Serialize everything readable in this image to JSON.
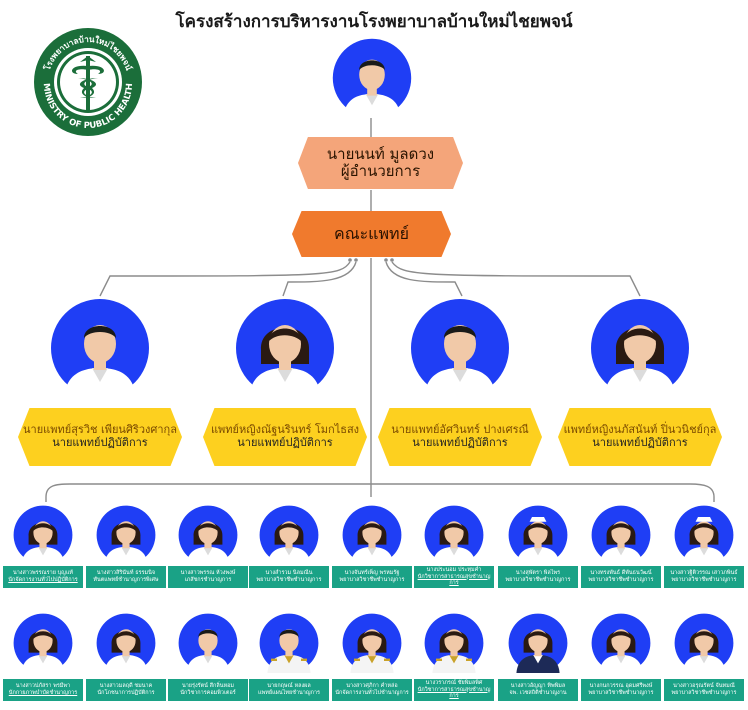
{
  "title": "โครงสร้างการบริหารงานโรงพยาบาลบ้านใหม่ไชยพจน์",
  "logo": {
    "top_text": "โรงพยาบาลบ้านใหม่ไชยพจน์",
    "bottom_text": "MINISTRY OF PUBLIC HEALTH",
    "colors": {
      "green": "#1b6e3a",
      "ring": "#ffffff"
    }
  },
  "director": {
    "name": "นายนนท์ มูลดวง",
    "title": "ผู้อำนวยการ",
    "color": "#f4a57a"
  },
  "medical_staff_box": {
    "label": "คณะแพทย์",
    "color": "#f07a2d"
  },
  "doctors": [
    {
      "name": "นายแพทย์สุรวิช เพียนศิริวงศากุล",
      "role": "นายแพทย์ปฏิบัติการ",
      "gender": "m"
    },
    {
      "name": "แพทย์หญิงณัฐนรินทร์ โมกไธสง",
      "role": "นายแพทย์ปฏิบัติการ",
      "gender": "f"
    },
    {
      "name": "นายแพทย์อัศวินทร์ ปางเศรณี",
      "role": "นายแพทย์ปฏิบัติการ",
      "gender": "m"
    },
    {
      "name": "แพทย์หญิงนภัสนันท์ ปิ่นวนิชย์กุล",
      "role": "นายแพทย์ปฏิบัติการ",
      "gender": "f"
    }
  ],
  "staff_row1": [
    {
      "name": "นางสาวพรรณราย บุญแท้",
      "role": "นักจัดการงานทั่วไปปฏิบัติการ",
      "underline": true,
      "gender": "f",
      "uniform": "white"
    },
    {
      "name": "นางสาวสิรินันท์ ธรรมนิจ",
      "role": "ทันตแพทย์ชำนาญการพิเศษ",
      "underline": false,
      "gender": "f",
      "uniform": "white"
    },
    {
      "name": "นางสาวพรรณ ห้วงพงษ์",
      "role": "เภสัชกรชำนาญการ",
      "underline": false,
      "gender": "f",
      "uniform": "white"
    },
    {
      "name": "นางสำรวม นิลมณีน",
      "role": "พยาบาลวิชาชีพชำนาญการ",
      "underline": false,
      "gender": "f",
      "uniform": "white"
    },
    {
      "name": "นางจันทร์เพ็ญ พรหมรัฐ",
      "role": "พยาบาลวิชาชีพชำนาญการ",
      "underline": false,
      "gender": "f",
      "uniform": "white"
    },
    {
      "name": "นางประนอม ประทุมคำ",
      "role": "นักวิชาการสาธารณสุขชำนาญการ",
      "underline": true,
      "gender": "f",
      "uniform": "white"
    },
    {
      "name": "นางสุพัตรา พิลไพร",
      "role": "พยาบาลวิชาชีพชำนาญการ",
      "underline": false,
      "gender": "f",
      "uniform": "nurse"
    },
    {
      "name": "นางทรงพันธ์ ดีพันธนวัฒน์",
      "role": "พยาบาลวิชาชีพชำนาญการ",
      "underline": false,
      "gender": "f",
      "uniform": "white"
    },
    {
      "name": "นางสาวฐิติวรรณ เสาวภพินธ์",
      "role": "พยาบาลวิชาชีพชำนาญการ",
      "underline": false,
      "gender": "f",
      "uniform": "nurse"
    }
  ],
  "staff_row2": [
    {
      "name": "นางสาวปภัสรา พรมีพา",
      "role": "นักกายภาพบำบัดชำนาญการ",
      "underline": true,
      "gender": "f",
      "uniform": "white"
    },
    {
      "name": "นางสาวมลฤดี ชมนาค",
      "role": "นักโภชนาการปฏิบัติการ",
      "underline": false,
      "gender": "f",
      "uniform": "white"
    },
    {
      "name": "นายรุ่งรัตน์ สีกลิ่นหอม",
      "role": "นักวิชาการคอมพิวเตอร์",
      "underline": false,
      "gender": "m",
      "uniform": "white"
    },
    {
      "name": "นายกฤษณ์ หลงผล",
      "role": "แพทย์แผนไทยชำนาญการ",
      "underline": false,
      "gender": "m",
      "uniform": "official"
    },
    {
      "name": "นางสาวศุภิกา คำหล่อ",
      "role": "นักจัดการงานทั่วไปชำนาญการ",
      "underline": false,
      "gender": "f",
      "uniform": "official"
    },
    {
      "name": "นางวราภรณ์ ชัยพิมลพิศ",
      "role": "นักวิชาการสาธารณสุขชำนาญการ",
      "underline": true,
      "gender": "f",
      "uniform": "official"
    },
    {
      "name": "นางสาวอัญญา ทิพพิมล",
      "role": "จพ. เวชสถิติชำนาญงาน",
      "underline": false,
      "gender": "f",
      "uniform": "navy"
    },
    {
      "name": "นางกนกวรรณ อุดมศรีพงษ์",
      "role": "พยาบาลวิชาชีพชำนาญการ",
      "underline": false,
      "gender": "f",
      "uniform": "white"
    },
    {
      "name": "นางสาวอรุณรัตน์ จันทมณี",
      "role": "พยาบาลวิชาชีพชำนาญการ",
      "underline": false,
      "gender": "f",
      "uniform": "white"
    }
  ],
  "colors": {
    "avatar_bg": "#1f3ef5",
    "staff_label": "#1aa286",
    "doctor_box": "#fdd01f",
    "connector": "#8c8c8c"
  }
}
